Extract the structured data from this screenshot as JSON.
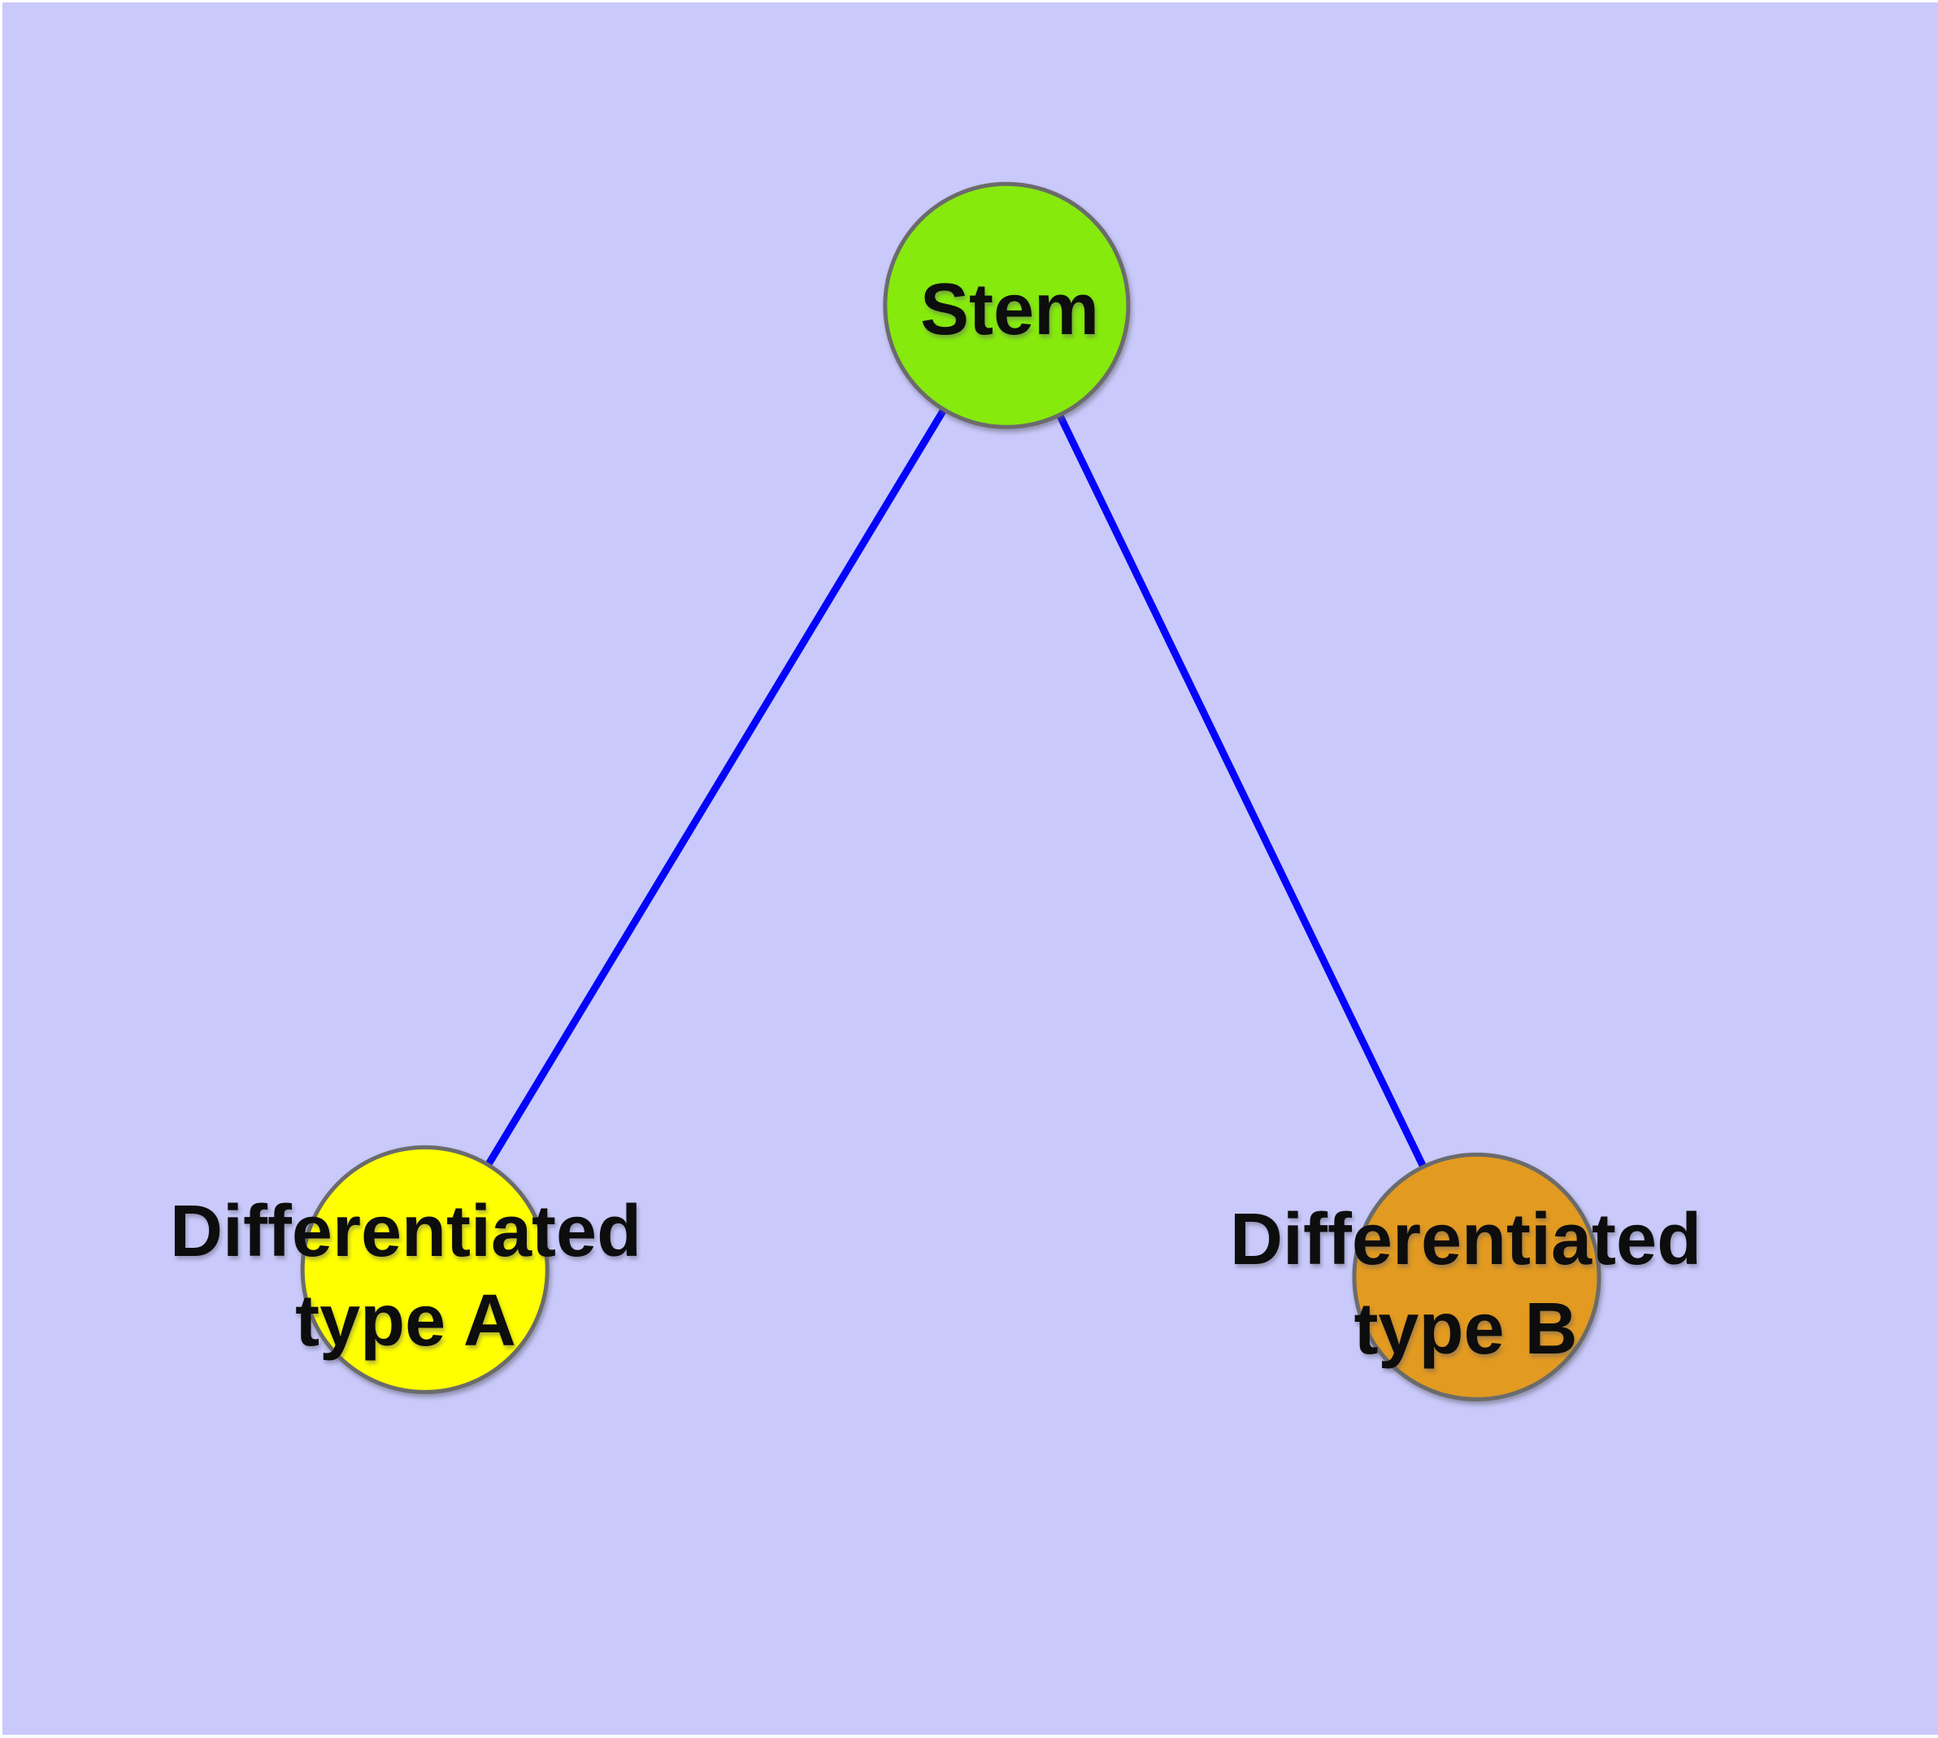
{
  "colors": {
    "background": "#C9C9FB",
    "node_border": "#6B6B6B",
    "edge": "#0404FA",
    "label_text": "#0D0D0D"
  },
  "nodes": {
    "stem": {
      "label": "Stem",
      "fill": "#86EA0D"
    },
    "type_a": {
      "label_line1": "Differentiated",
      "label_line2": "type A",
      "fill": "#FFFF00"
    },
    "type_b": {
      "label_line1": "Differentiated",
      "label_line2": "type B",
      "fill": "#E29A20"
    }
  },
  "edges": [
    {
      "from": "stem",
      "to": "type_a"
    },
    {
      "from": "stem",
      "to": "type_b"
    }
  ]
}
